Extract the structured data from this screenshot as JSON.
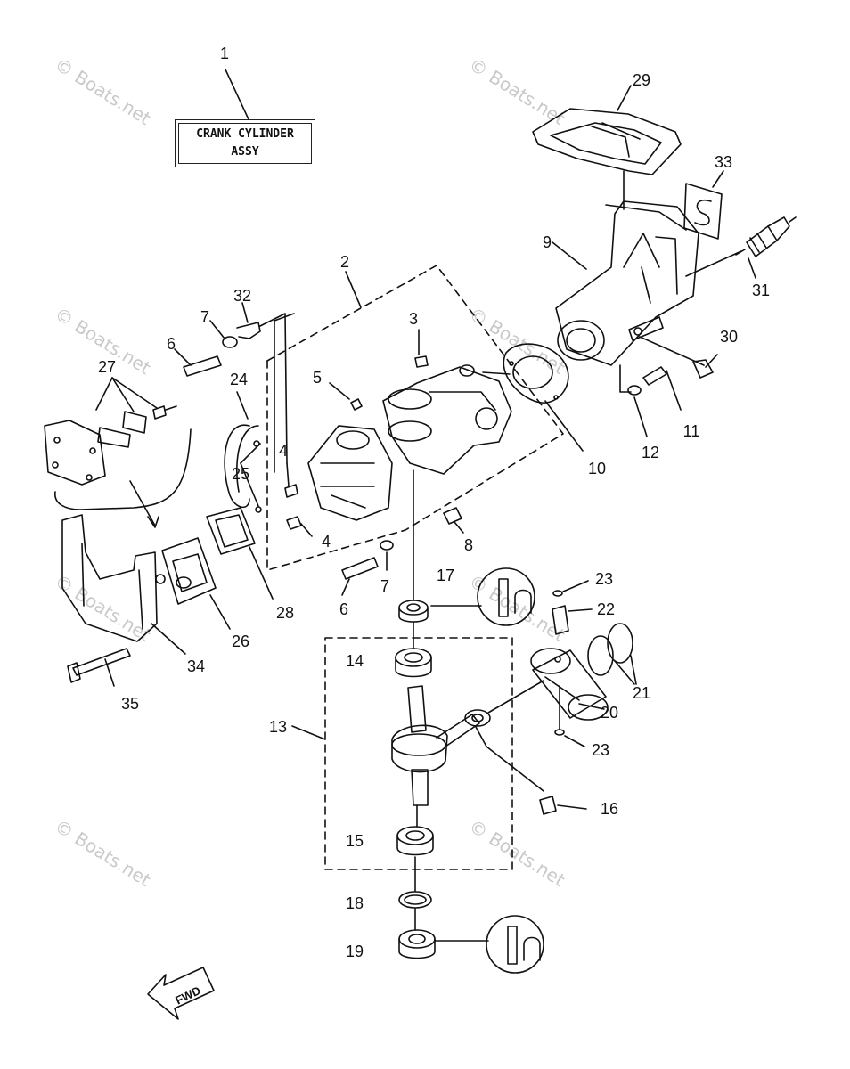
{
  "assembly": {
    "label_line1": "CRANK CYLINDER",
    "label_line2": "ASSY"
  },
  "watermark": "© Boats.net",
  "direction_arrow": "FWD",
  "callouts": [
    "1",
    "2",
    "3",
    "4",
    "4",
    "5",
    "6",
    "6",
    "7",
    "7",
    "8",
    "9",
    "10",
    "11",
    "12",
    "13",
    "14",
    "15",
    "16",
    "17",
    "18",
    "19",
    "20",
    "21",
    "22",
    "23",
    "23",
    "24",
    "25",
    "26",
    "27",
    "28",
    "29",
    "30",
    "31",
    "32",
    "33",
    "34",
    "35"
  ],
  "icons": {
    "grease": "grease-symbol-icon"
  }
}
